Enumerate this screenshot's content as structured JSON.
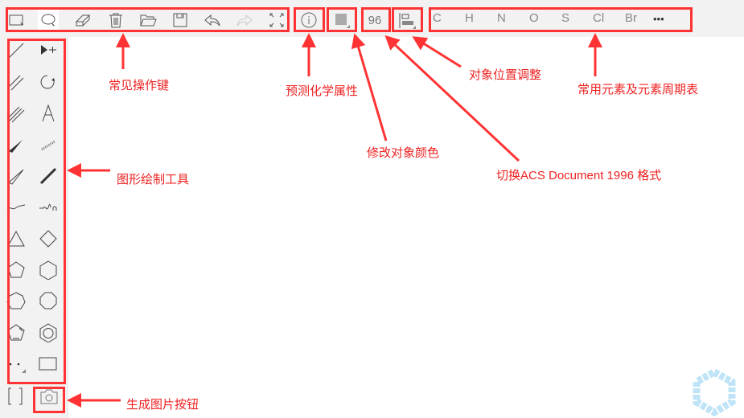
{
  "toolbar": {
    "font_size": "96",
    "elements": [
      "C",
      "H",
      "N",
      "O",
      "S",
      "Cl",
      "Br",
      "•••"
    ]
  },
  "annotations": {
    "common_ops": "常见操作键",
    "predict": "预测化学属性",
    "color": "修改对象颜色",
    "position": "对象位置调整",
    "elements": "常用元素及元素周期表",
    "acs": "切换ACS Document 1996 格式",
    "drawing": "图形绘制工具",
    "image": "生成图片按钮"
  },
  "colors": {
    "annotation": "#ff3333",
    "toolbar_bg": "#f2f2f2",
    "logo": "#bfe3f7"
  }
}
